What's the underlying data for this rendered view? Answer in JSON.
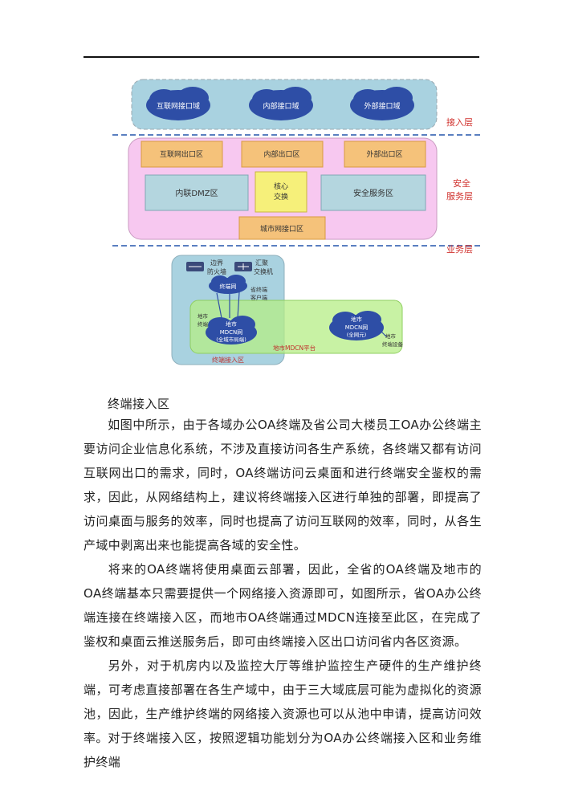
{
  "diagram": {
    "clouds": [
      "互联网接口域",
      "内部接口域",
      "外部接口域"
    ],
    "layers": {
      "access": "接入层",
      "security_l1": "安全",
      "security_l2": "服务层",
      "business": "业务层"
    },
    "orange_boxes": [
      "互联网出口区",
      "内部出口区",
      "外部出口区",
      "城市网接口区"
    ],
    "core_l1": "核心",
    "core_l2": "交换",
    "dmz": "内联DMZ区",
    "security_service": "安全服务区",
    "lower": {
      "firewall_l1": "边界",
      "firewall_l2": "防火墙",
      "switch_l1": "汇聚",
      "switch_l2": "交换机",
      "cloud_small": "终端网",
      "client_l1": "省终端",
      "client_l2": "客户端",
      "left_label_l1": "地市",
      "left_label_l2": "终端",
      "mdcn_left_l1": "地市",
      "mdcn_left_l2": "MDCN网",
      "mdcn_left_l3": "(全域市局端)",
      "mdcn_right_l1": "地市",
      "mdcn_right_l2": "MDCN网",
      "mdcn_right_l3": "(全网元)",
      "right_label_l1": "地市",
      "right_label_l2": "终端设备",
      "platform": "地市MDCN平台",
      "access_zone": "终端接入区"
    }
  },
  "section_title": "终端接入区",
  "paragraphs": [
    "如图中所示，由于各域办公OA终端及省公司大楼员工OA办公终端主要访问企业信息化系统，不涉及直接访问各生产系统，各终端又都有访问互联网出口的需求，同时，OA终端访问云桌面和进行终端安全鉴权的需求，因此，从网络结构上，建议将终端接入区进行单独的部署，即提高了访问桌面与服务的效率，同时也提高了访问互联网的效率，同时，从各生产域中剥离出来也能提高各域的安全性。",
    "将来的OA终端将使用桌面云部署，因此，全省的OA终端及地市的OA终端基本只需要提供一个网络接入资源即可，如图所示，省OA办公终端连接在终端接入区，而地市OA终端通过MDCN连接至此区，在完成了鉴权和桌面云推送服务后，即可由终端接入区出口访问省内各区资源。",
    "另外，对于机房内以及监控大厅等维护监控生产硬件的生产维护终端，可考虑直接部署在各生产域中，由于三大域底层可能为虚拟化的资源池，因此，生产维护终端的网络接入资源也可以从池中申请，提高访问效率。",
    "对于终端接入区，按照逻辑功能划分为OA办公终端接入区和业务维护终端"
  ]
}
